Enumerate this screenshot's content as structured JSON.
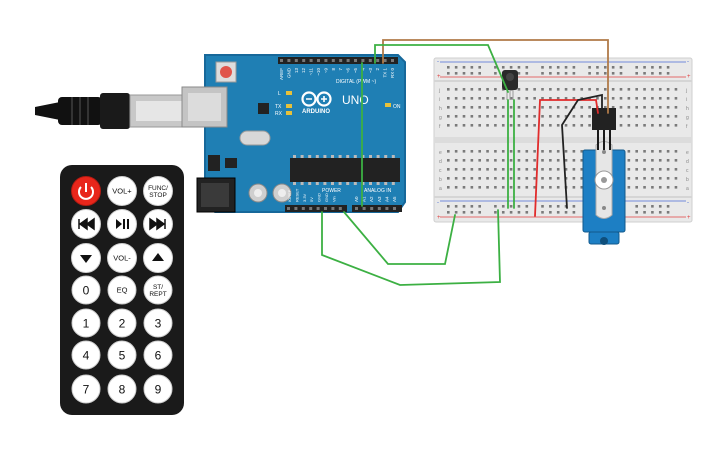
{
  "arduino": {
    "brand": "ARDUINO",
    "model": "UNO",
    "header_digital": "DIGITAL (PWM ~)",
    "header_power": "POWER",
    "header_analog": "ANALOG IN",
    "on_led": "ON",
    "led_l": "L",
    "led_tx": "TX",
    "led_rx": "RX",
    "pins_top": [
      "AREF",
      "GND",
      "13",
      "12",
      "~11",
      "~10",
      "~9",
      "8",
      "7",
      "~6",
      "~5",
      "4",
      "~3",
      "2",
      "TX 1",
      "RX 0"
    ],
    "pins_power": [
      "IOREF",
      "RESET",
      "3.3V",
      "5V",
      "GND",
      "GND",
      "Vin"
    ],
    "pins_analog": [
      "A0",
      "A1",
      "A2",
      "A3",
      "A4",
      "A5"
    ]
  },
  "remote": {
    "rows": [
      [
        "power",
        "VOL+",
        "FUNC/ STOP"
      ],
      [
        "prev",
        "play",
        "next"
      ],
      [
        "down",
        "VOL-",
        "up"
      ],
      [
        "0",
        "EQ",
        "ST/ REPT"
      ],
      [
        "1",
        "2",
        "3"
      ],
      [
        "4",
        "5",
        "6"
      ],
      [
        "7",
        "8",
        "9"
      ]
    ]
  },
  "breadboard": {
    "row_letters_top": [
      "j",
      "i",
      "h",
      "g",
      "f"
    ],
    "row_letters_bottom": [
      "e",
      "d",
      "c",
      "b",
      "a"
    ],
    "rail_signs": [
      "-",
      "+"
    ]
  },
  "colors": {
    "arduino": "#1f7fb4",
    "wire_green": "#3cb043",
    "wire_red": "#e12b2b",
    "wire_black": "#222222",
    "wire_brown": "#b07a48",
    "servo": "#1d7fc4",
    "remote_body": "#1a1a1a",
    "power_button": "#e8261b"
  }
}
